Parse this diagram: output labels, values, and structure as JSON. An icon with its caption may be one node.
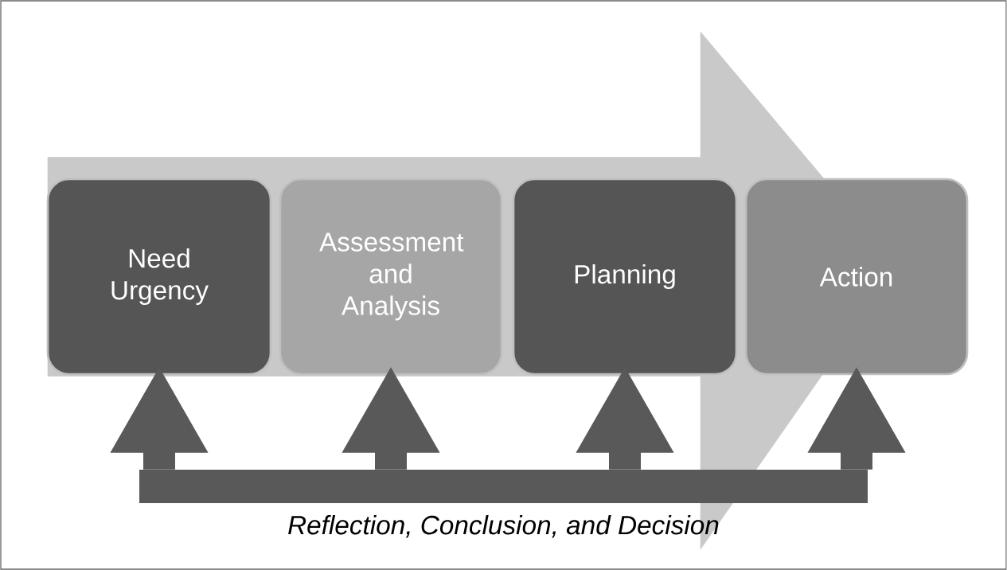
{
  "diagram": {
    "nodes": [
      {
        "text": [
          "Need Urgency"
        ]
      },
      {
        "text": [
          "Assessment and Analysis"
        ]
      },
      {
        "text": [
          "Planning"
        ]
      },
      {
        "text": [
          "Action"
        ]
      },
      {
        "text": [],
        "shape": "bar",
        "beside": [
          "Reflection, Conclusion, and Decision"
        ]
      }
    ],
    "edges": [
      {
        "from": 4,
        "to": 0,
        "arrow": "to"
      },
      {
        "from": 4,
        "to": 1,
        "arrow": "to"
      },
      {
        "from": 4,
        "to": 2,
        "arrow": "to"
      },
      {
        "from": 4,
        "to": 3,
        "arrow": "to"
      },
      {
        "from": 0,
        "to": 3,
        "arrow": "to",
        "style": "thick",
        "color": "#c9c9c9"
      }
    ]
  }
}
